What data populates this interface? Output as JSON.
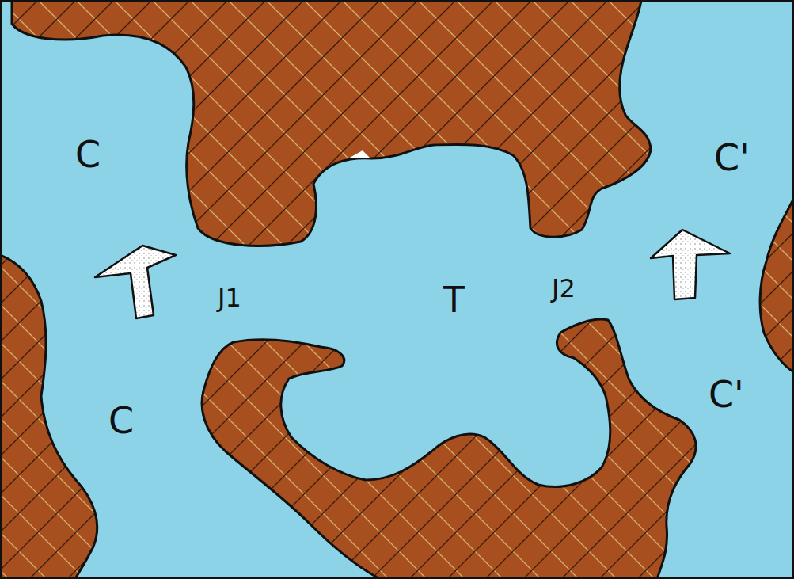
{
  "diagram": {
    "labels": [
      "C",
      "C'",
      "J1",
      "T",
      "J2",
      "C'",
      "C"
    ]
  }
}
